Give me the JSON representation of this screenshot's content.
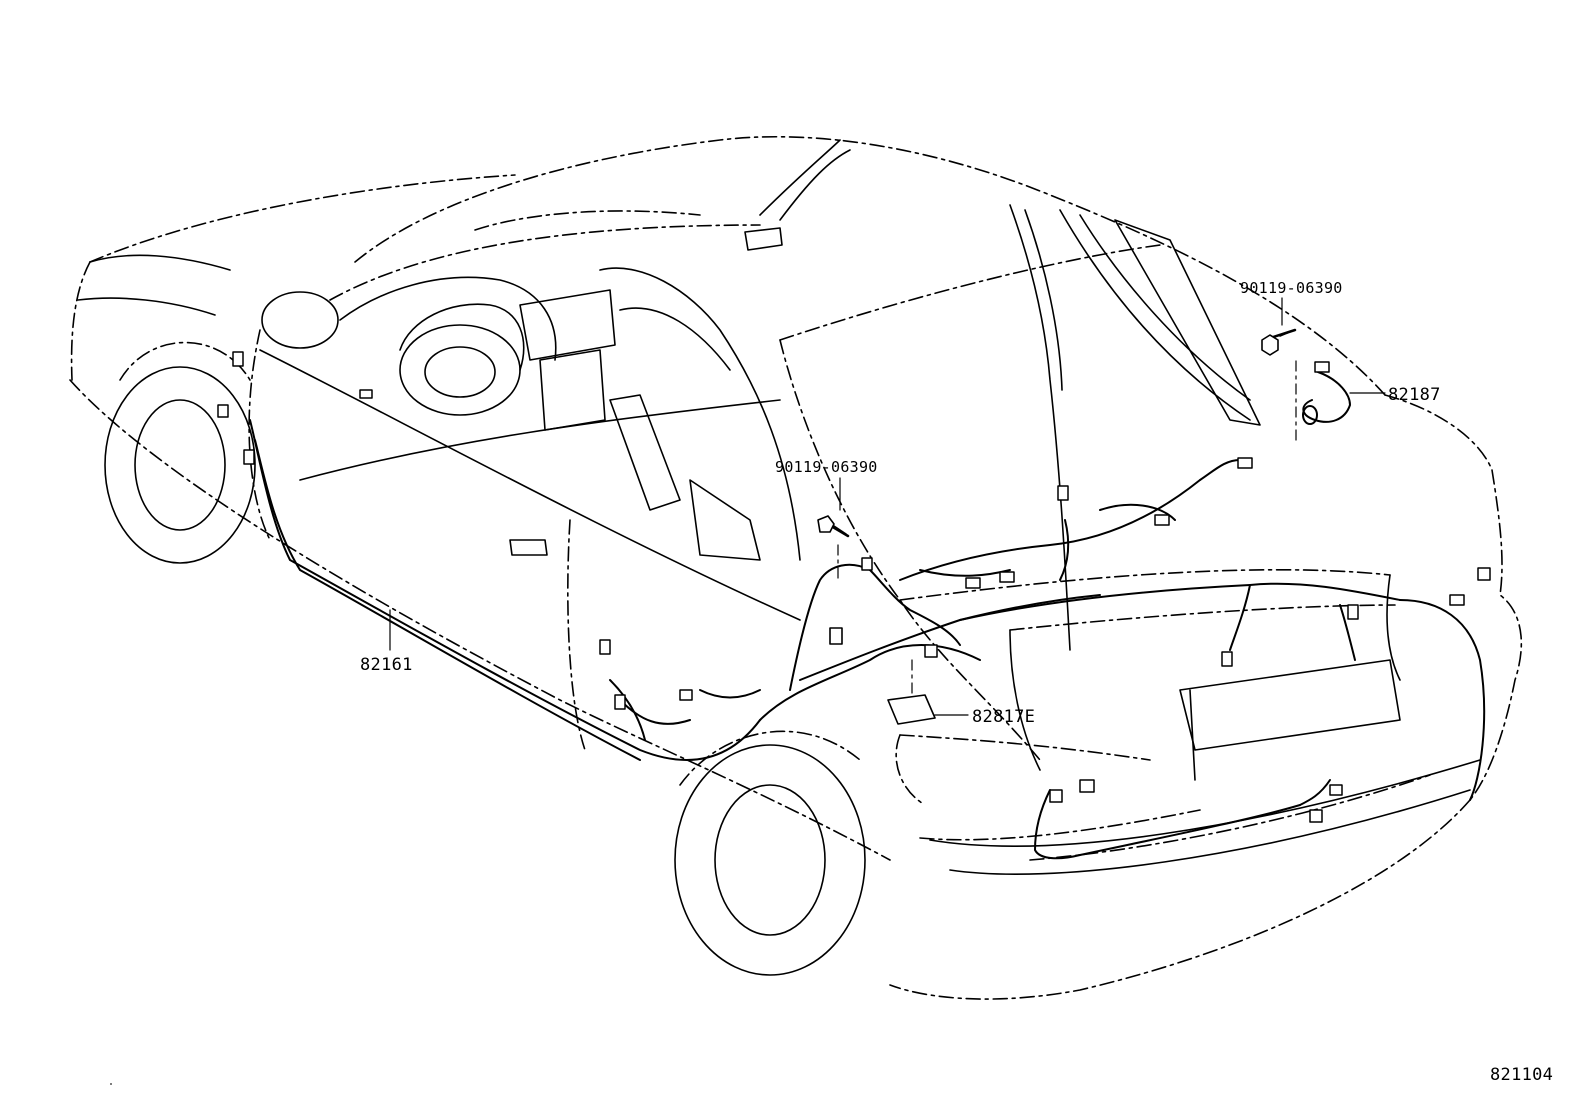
{
  "diagram": {
    "labels": {
      "bolt_upper": "90119-06390",
      "harness_82187": "82187",
      "bolt_middle": "90119-06390",
      "harness_82161": "82161",
      "label_82817e": "82817E",
      "figure_number": "821104"
    },
    "colors": {
      "line": "#000000",
      "background": "#ffffff"
    },
    "icons": [
      "bolt-icon",
      "connector-icon",
      "clamp-icon",
      "label-sticker-icon"
    ]
  }
}
